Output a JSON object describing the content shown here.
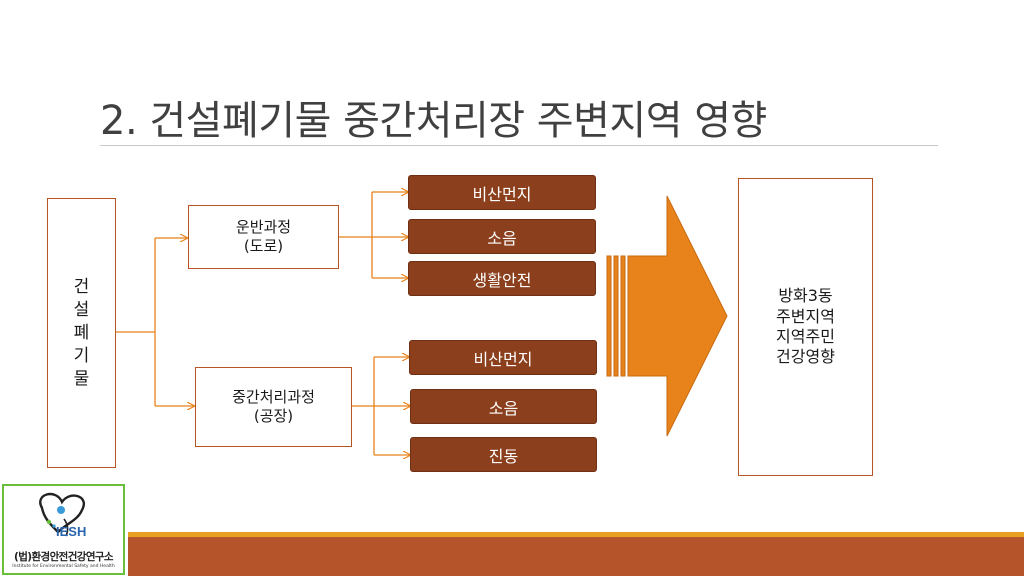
{
  "title": "2. 건설폐기물 중간처리장 주변지역 영향",
  "diagram": {
    "source": "건설폐기물",
    "processes": [
      {
        "label": "운반과정\n(도로)",
        "effects": [
          "비산먼지",
          "소음",
          "생활안전"
        ]
      },
      {
        "label": "중간처리과정\n(공장)",
        "effects": [
          "비산먼지",
          "소음",
          "진동"
        ]
      }
    ],
    "target": "방화3동\n주변지역\n지역주민\n건강영향"
  },
  "colors": {
    "connector": "#e8821a",
    "effect_fill": "#8b3f1c",
    "big_arrow": "#e8821a",
    "footer": "#b5532a",
    "footer_accent": "#e8a020"
  },
  "logo": {
    "acronym": "IESH",
    "name": "(법)환경안전건강연구소",
    "subtitle": "Institute for Environmental Safety and Health"
  }
}
